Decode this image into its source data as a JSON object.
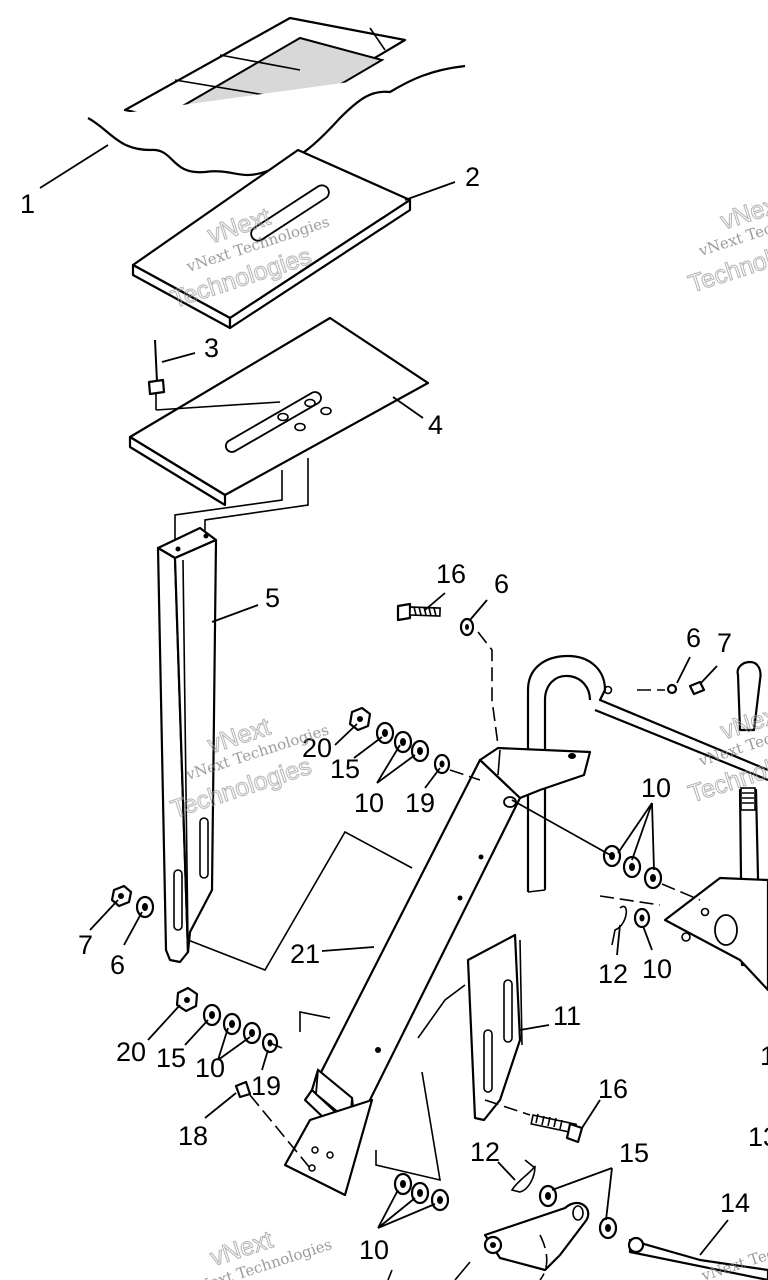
{
  "callouts": {
    "c1": "1",
    "c2": "2",
    "c3": "3",
    "c4": "4",
    "c5": "5",
    "c16a": "16",
    "c6a": "6",
    "c6b": "6",
    "c7a": "7",
    "c20a": "20",
    "c15a": "15",
    "c10a": "10",
    "c19a": "19",
    "c10b": "10",
    "c7b": "7",
    "c6c": "6",
    "c21": "21",
    "c12a": "12",
    "c10c": "10",
    "c11": "11",
    "c20b": "20",
    "c15b": "15",
    "c10d": "10",
    "c19b": "19",
    "c18": "18",
    "c16b": "16",
    "c12b": "12",
    "c15c": "15",
    "c14": "14",
    "c10e": "10",
    "c13": "13",
    "c1x": "1"
  },
  "watermark": {
    "line1": "vNext",
    "line2": "vNext Technologies",
    "line3": "Technologies"
  }
}
